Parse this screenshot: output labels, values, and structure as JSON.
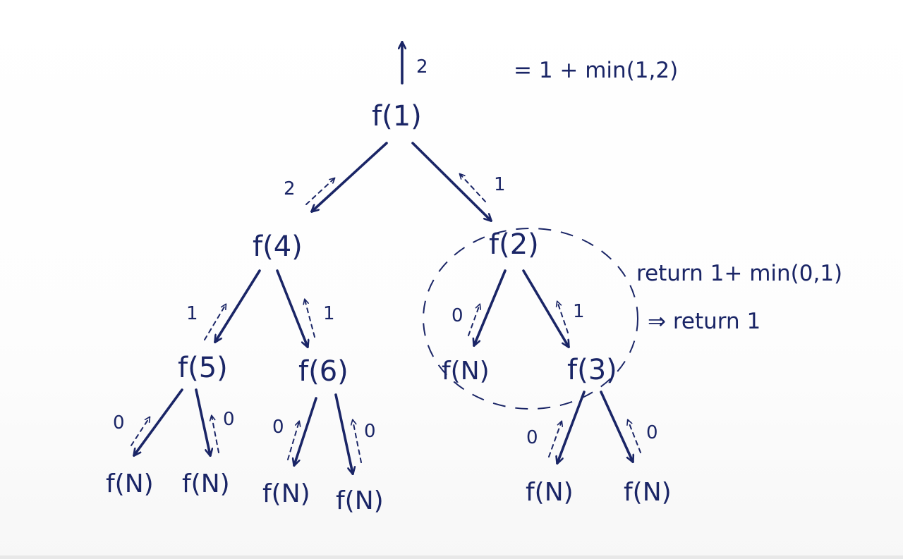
{
  "diagram": {
    "nodes": {
      "f1": "f(1)",
      "f4": "f(4)",
      "f2": "f(2)",
      "f5": "f(5)",
      "f6": "f(6)",
      "fN_a": "f(N)",
      "f3": "f(3)",
      "fN_b": "f(N)",
      "fN_c": "f(N)",
      "fN_d": "f(N)",
      "fN_e": "f(N)",
      "fN_f": "f(N)",
      "fN_g": "f(N)"
    },
    "root_return": "2",
    "edge_returns": {
      "f1_f4": "2",
      "f1_f2": "1",
      "f4_f5": "1",
      "f4_f6": "1",
      "f2_fNa": "0",
      "f2_f3": "1",
      "f5_fNb": "0",
      "f5_fNc": "0",
      "f6_fNd": "0",
      "f6_fNe": "0",
      "f3_fNf": "0",
      "f3_fNg": "0"
    },
    "annotations": {
      "root_formula": "= 1 + min(1,2)",
      "f2_return": "return 1+ min(0,1)",
      "f2_result": "⇒ return 1"
    }
  }
}
